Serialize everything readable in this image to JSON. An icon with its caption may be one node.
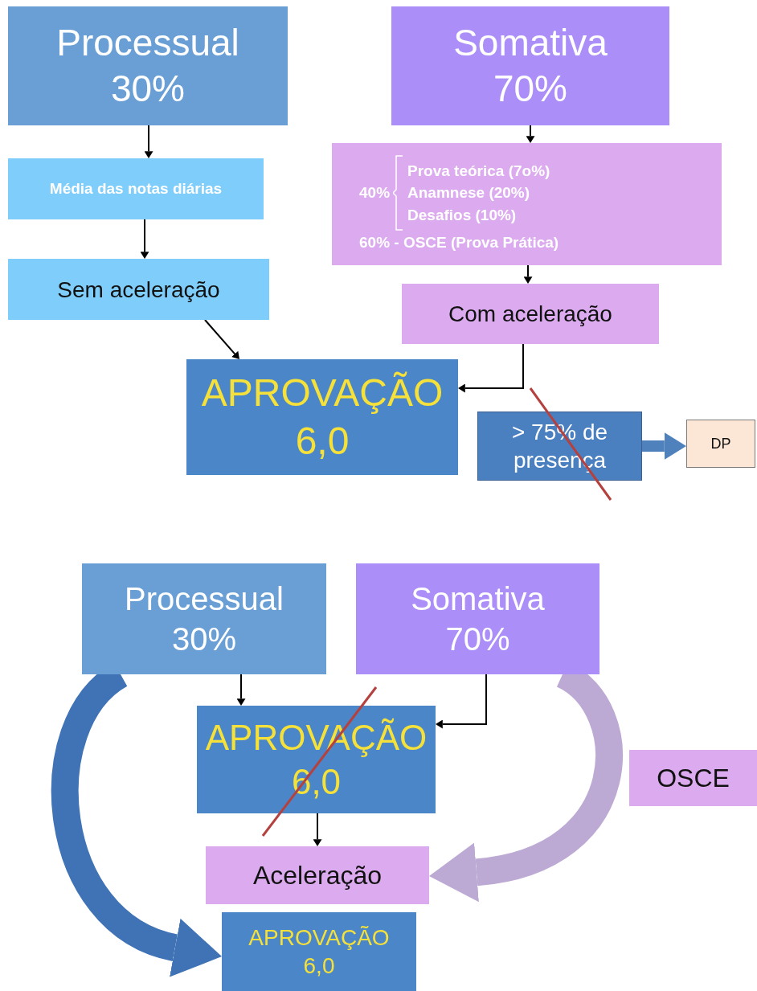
{
  "diagram": {
    "nodes": [
      {
        "text": [
          "Processual",
          "30%"
        ]
      },
      {
        "text": [
          "Somativa",
          "70%"
        ]
      },
      {
        "text": [
          "Média das notas diárias"
        ]
      },
      {
        "text": [
          "40%",
          "Prova teórica (7o%)",
          "Anamnese (20%)",
          "Desafios (10%)",
          "60% - OSCE (Prova Prática)"
        ]
      },
      {
        "text": [
          "Sem aceleração"
        ]
      },
      {
        "text": [
          "Com aceleração"
        ]
      },
      {
        "text": [
          "APROVAÇÃO 6,0"
        ]
      },
      {
        "text": [
          "> 75% de presença"
        ]
      },
      {
        "text": [
          "DP"
        ]
      },
      {
        "text": [
          "Processual",
          "30%"
        ]
      },
      {
        "text": [
          "Somativa",
          "70%"
        ]
      },
      {
        "text": [
          "APROVAÇÃO 6,0"
        ]
      },
      {
        "text": [
          "OSCE"
        ]
      },
      {
        "text": [
          "Aceleração"
        ]
      },
      {
        "text": [
          "APROVAÇÃO 6,0"
        ]
      }
    ],
    "edges": [
      {
        "from": 0,
        "to": 2,
        "arrow": "to"
      },
      {
        "from": 2,
        "to": 4,
        "arrow": "to"
      },
      {
        "from": 1,
        "to": 3,
        "arrow": "to"
      },
      {
        "from": 3,
        "to": 5,
        "arrow": "to"
      },
      {
        "from": 4,
        "to": 6,
        "arrow": "to"
      },
      {
        "from": 5,
        "to": 6,
        "arrow": "to"
      },
      {
        "from": 7,
        "to": 8,
        "arrow": "to",
        "style": "thick",
        "color": "#4f81bd"
      },
      {
        "from": 9,
        "to": 11,
        "arrow": "to"
      },
      {
        "from": 10,
        "to": 11,
        "arrow": "to"
      },
      {
        "from": 11,
        "to": 13,
        "arrow": "to"
      },
      {
        "from": 9,
        "to": 14,
        "arrow": "to",
        "style": "thick",
        "color": "#3f73b5"
      },
      {
        "from": 10,
        "to": 13,
        "arrow": "to",
        "style": "thick",
        "color": "#bcaad4"
      }
    ]
  }
}
